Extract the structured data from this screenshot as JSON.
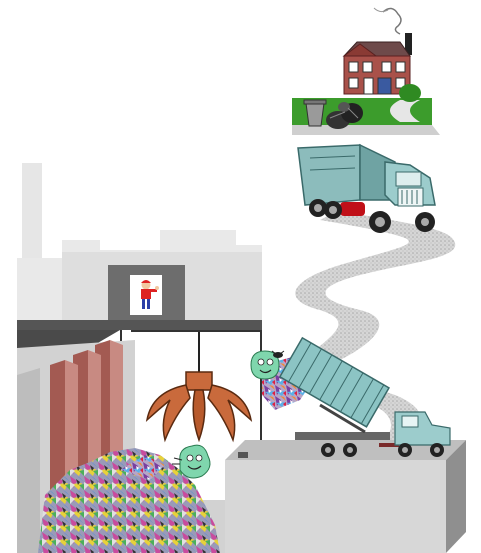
{
  "diagram": {
    "stages": [
      "house",
      "curbside-trash-cans",
      "garbage-truck",
      "dumpster-truck",
      "tipping-floor",
      "waste-pit",
      "crane-grapple",
      "control-room-operator",
      "incinerator-plant"
    ]
  },
  "colors": {
    "house_wall": "#a9514a",
    "house_roof": "#6e4a4a",
    "lawn": "#3c9c2c",
    "truck_body": "#8cbcbc",
    "truck_bumper": "#c01018",
    "road": "#cfcfcf",
    "plant_light": "#e8e8e8",
    "plant_mid": "#cfcfcf",
    "floor_dark": "#555555",
    "bunker_brick": "#a35a52",
    "grapple_orange": "#c96a3c",
    "germ_green": "#7fd6ad"
  }
}
